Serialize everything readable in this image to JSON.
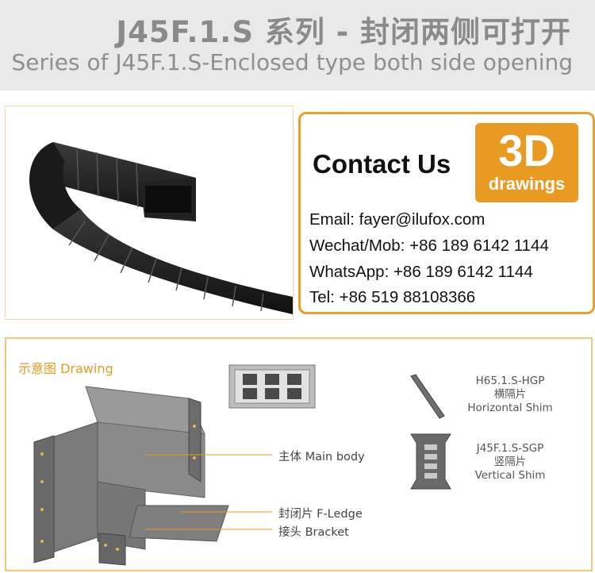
{
  "header": {
    "title_cn": "J45F.1.S 系列 - 封闭两侧可打开",
    "title_en": "Series of J45F.1.S-Enclosed type both side opening"
  },
  "contact": {
    "title": "Contact Us",
    "badge_main": "3D",
    "badge_sub": "drawings",
    "email": "Email:  fayer@ilufox.com",
    "wechat": "Wechat/Mob:  +86 189 6142 1144",
    "whatsapp": "WhatsApp:  +86 189 6142 1144",
    "tel": "Tel:  +86 519 88108366"
  },
  "drawing": {
    "title": "示意图 Drawing",
    "callouts": {
      "main_body": "主体 Main body",
      "f_ledge": "封闭片 F-Ledge",
      "bracket": "接头 Bracket"
    },
    "parts": {
      "horizontal_code": "H65.1.S-HGP",
      "horizontal_cn": "横隔片",
      "horizontal_en": "Horizontal Shim",
      "vertical_code": "J45F.1.S-SGP",
      "vertical_cn": "竖隔片",
      "vertical_en": "Vertical Shim"
    }
  },
  "colors": {
    "accent": "#e89a22",
    "header_bg": "#e9e9e9",
    "product_dark": "#1d1d1d"
  }
}
